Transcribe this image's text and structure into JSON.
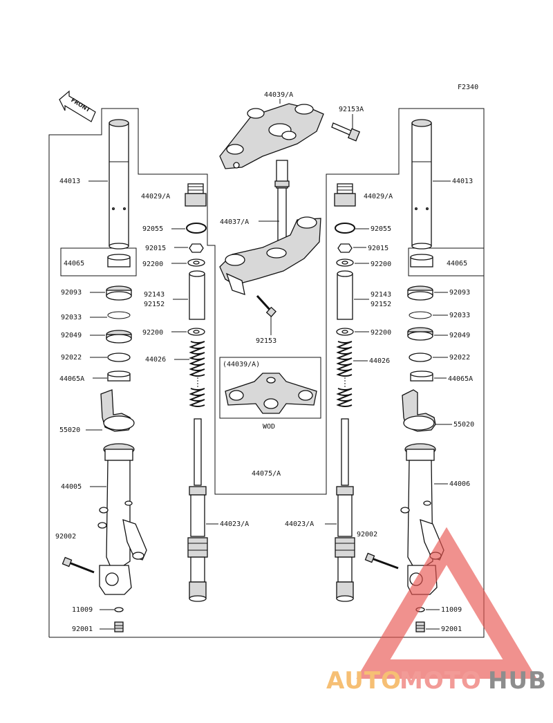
{
  "figure_code": "F2340",
  "front_arrow_label": "FRONT",
  "parts": {
    "top_bracket": "44039/A",
    "top_bolt": "92153A",
    "fork_tube_left": "44013",
    "fork_tube_right": "44013",
    "cap_left": "44029/A",
    "cap_right": "44029/A",
    "oring_left": "92055",
    "oring_right": "92055",
    "stem_bracket": "44037/A",
    "nut_left": "92015",
    "nut_right": "92015",
    "washer_top_left": "92200",
    "washer_top_right": "92200",
    "bushing_left": "44065",
    "bushing_right": "44065",
    "seal_left": "92093",
    "seal_right": "92093",
    "collar_left_1": "92143",
    "collar_left_2": "92152",
    "collar_right_1": "92143",
    "collar_right_2": "92152",
    "clip_left": "92033",
    "clip_right": "92033",
    "stem_bolt": "92153",
    "dust_seal_left": "92049",
    "dust_seal_right": "92049",
    "washer_bot_left": "92200",
    "washer_bot_right": "92200",
    "ring_left": "92022",
    "ring_right": "92022",
    "spring_left": "44026",
    "spring_right": "44026",
    "guide_bushing_left": "44065A",
    "guide_bushing_right": "44065A",
    "inset_label": "(44039/A)",
    "inset_caption": "WOD",
    "guard_left": "55020",
    "guard_right": "55020",
    "outer_tube_left": "44005",
    "outer_tube_right": "44006",
    "fork_assembly": "44075/A",
    "cylinder_left": "44023/A",
    "cylinder_right": "44023/A",
    "bolt_left": "92002",
    "bolt_right": "92002",
    "gasket_left": "11009",
    "gasket_right": "11009",
    "drain_bolt_left": "92001",
    "drain_bolt_right": "92001"
  },
  "watermark": {
    "part1": "AUTO",
    "part2": "MOTO",
    "part3": "HUB",
    "color_auto": "#f5b45c",
    "color_moto": "#f08a86",
    "color_hub": "#7a7a7a",
    "triangle_color": "#e8534e"
  }
}
